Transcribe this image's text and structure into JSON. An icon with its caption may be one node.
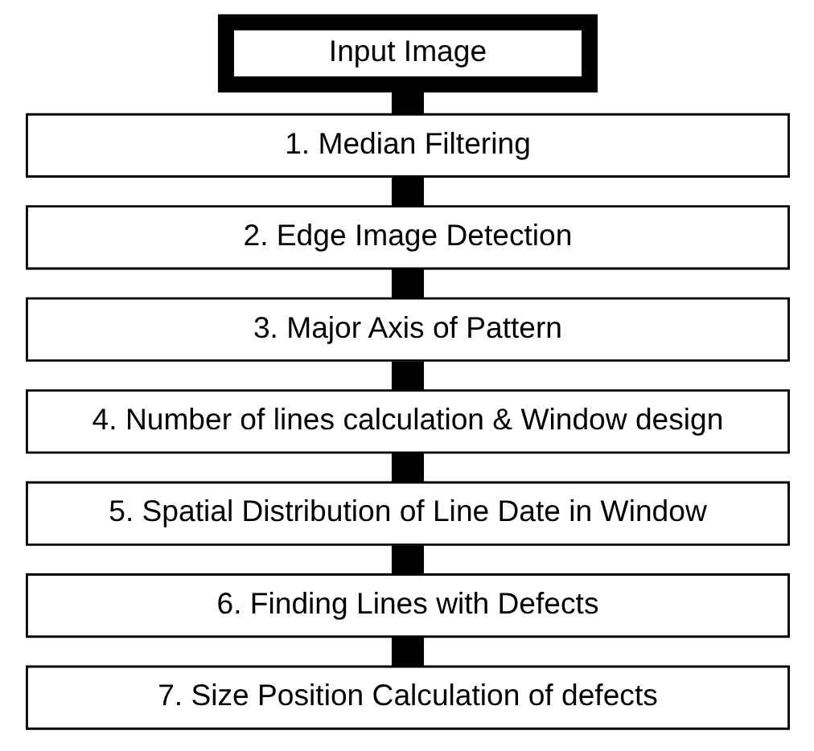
{
  "diagram": {
    "nodes": [
      {
        "text": [
          "Input Image"
        ]
      },
      {
        "text": [
          "1. Median Filtering"
        ]
      },
      {
        "text": [
          "2. Edge Image Detection"
        ]
      },
      {
        "text": [
          "3. Major Axis of Pattern"
        ]
      },
      {
        "text": [
          "4. Number of lines calculation & Window design"
        ]
      },
      {
        "text": [
          "5. Spatial Distribution of Line Date in Window"
        ]
      },
      {
        "text": [
          "6. Finding Lines with Defects"
        ]
      },
      {
        "text": [
          "7. Size Position Calculation of defects"
        ]
      }
    ],
    "edges": [
      {
        "from": 0,
        "to": 1,
        "arrow": "none"
      },
      {
        "from": 1,
        "to": 2,
        "arrow": "none"
      },
      {
        "from": 2,
        "to": 3,
        "arrow": "none"
      },
      {
        "from": 3,
        "to": 4,
        "arrow": "none"
      },
      {
        "from": 4,
        "to": 5,
        "arrow": "none"
      },
      {
        "from": 5,
        "to": 6,
        "arrow": "none"
      },
      {
        "from": 6,
        "to": 7,
        "arrow": "none"
      }
    ]
  }
}
